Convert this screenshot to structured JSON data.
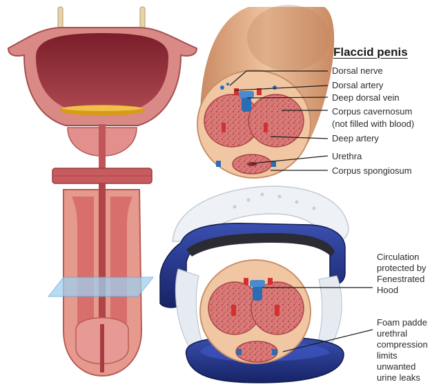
{
  "title": "Flaccid penis",
  "labels": {
    "dorsal_nerve": "Dorsal nerve",
    "dorsal_artery": "Dorsal artery",
    "deep_dorsal_vein": "Deep dorsal vein",
    "corpus_cavernosum_1": "Corpus cavernosum",
    "corpus_cavernosum_2": "(not filled with blood)",
    "deep_artery": "Deep artery",
    "urethra": "Urethra",
    "corpus_spongiosum": "Corpus spongiosum"
  },
  "device_labels": {
    "circulation": [
      "Circulation",
      "protected by",
      "Fenestrated",
      "Hood"
    ],
    "foam": [
      "Foam padde",
      "urethral",
      "compression",
      "limits",
      "unwanted",
      "urine leaks"
    ]
  },
  "colors": {
    "tissue": "#d96b6b",
    "tissue_dark": "#b84848",
    "skin": "#e8b38f",
    "vein_blue": "#2a6db5",
    "artery_red": "#d33030",
    "device_navy": "#1f2f7a",
    "foam_white": "#eef1f6",
    "plane_blue": "#9fd0ef"
  }
}
